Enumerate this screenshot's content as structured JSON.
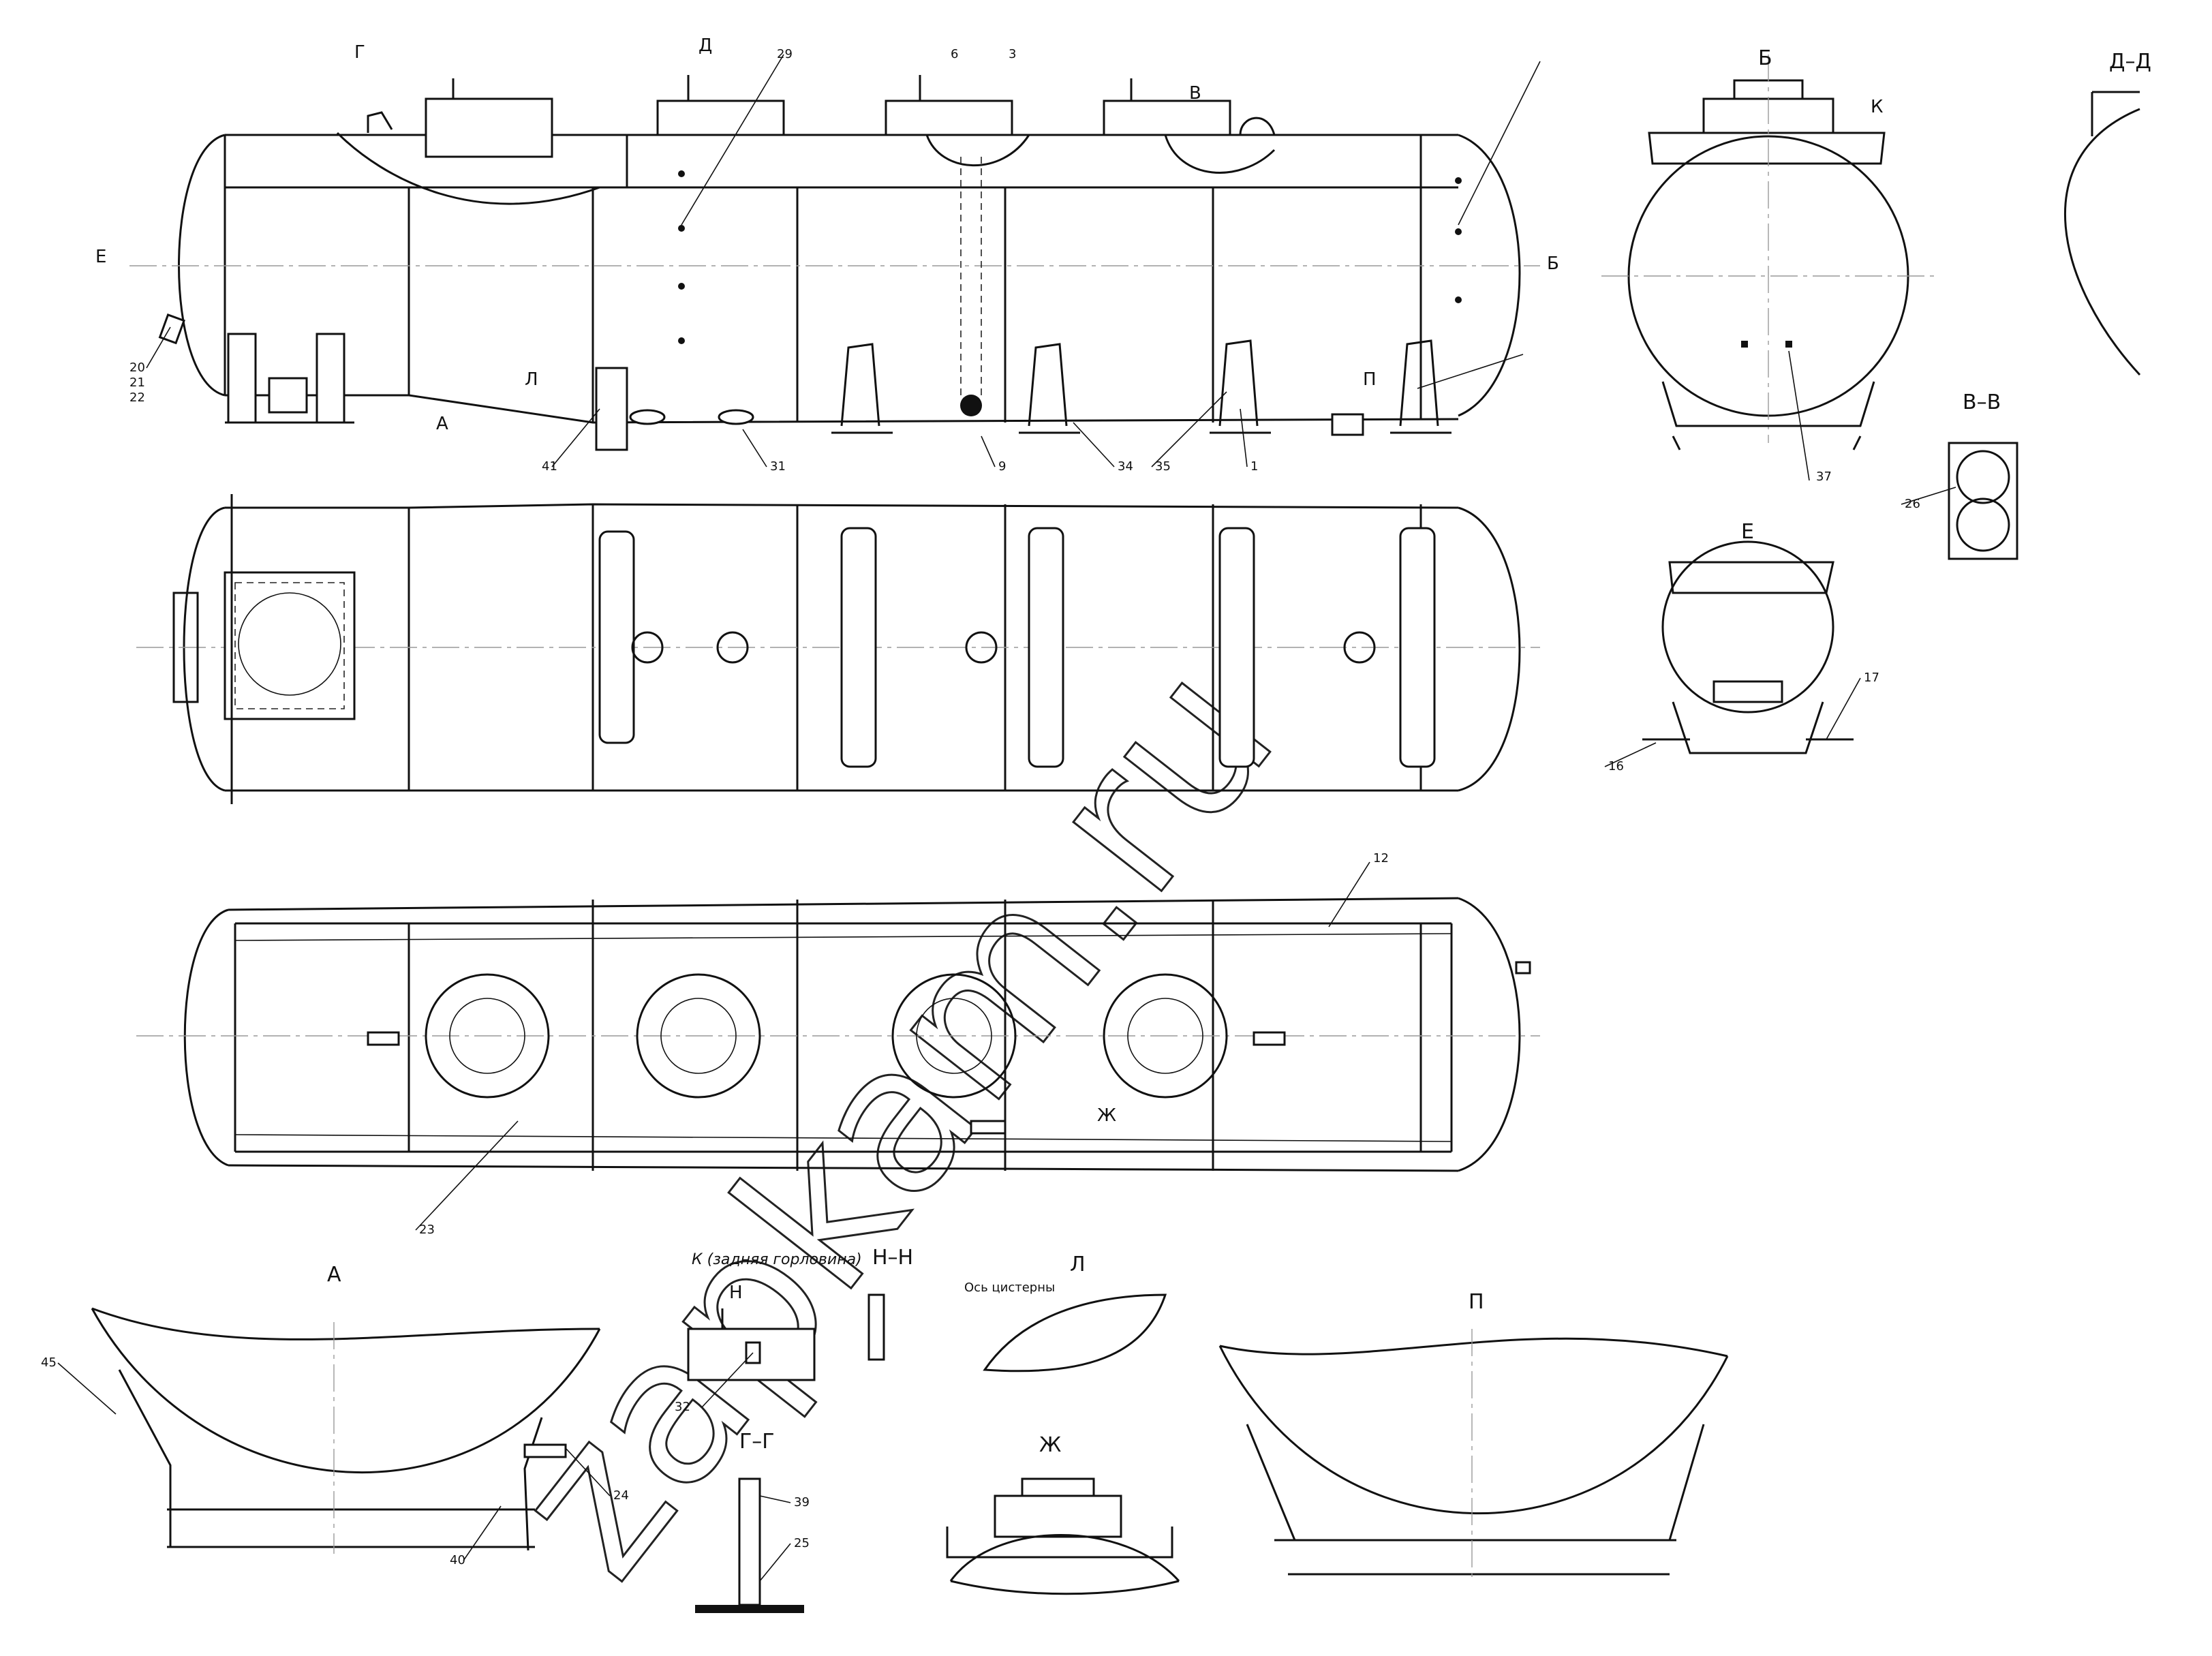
{
  "views": {
    "b": "Б",
    "d_d": "Д–Д",
    "v_v": "В–В",
    "e": "Е",
    "a": "А",
    "k": "К (задняя горловина)",
    "n_n": "Н–Н",
    "l": "Л",
    "p": "П",
    "g_g": "Г–Г",
    "zh": "Ж"
  },
  "section_marks": {
    "g": "Г",
    "d": "Д",
    "v": "В",
    "e": "Е",
    "b": "Б",
    "k": "К",
    "l": "Л",
    "p": "П",
    "a": "А",
    "n": "Н",
    "zh": "Ж"
  },
  "callouts": {
    "c1": "1",
    "c3": "3",
    "c6": "6",
    "c9": "9",
    "c12": "12",
    "c16": "16",
    "c17": "17",
    "c20": "20",
    "c21": "21",
    "c22": "22",
    "c23": "23",
    "c24": "24",
    "c25": "25",
    "c26": "26",
    "c29": "29",
    "c31": "31",
    "c32": "32",
    "c34": "34",
    "c35": "35",
    "c37": "37",
    "c39": "39",
    "c40": "40",
    "c41": "41",
    "c45": "45"
  },
  "notes": {
    "tank_axis": "Ось цистерны"
  },
  "watermark": "zapkam.ru"
}
